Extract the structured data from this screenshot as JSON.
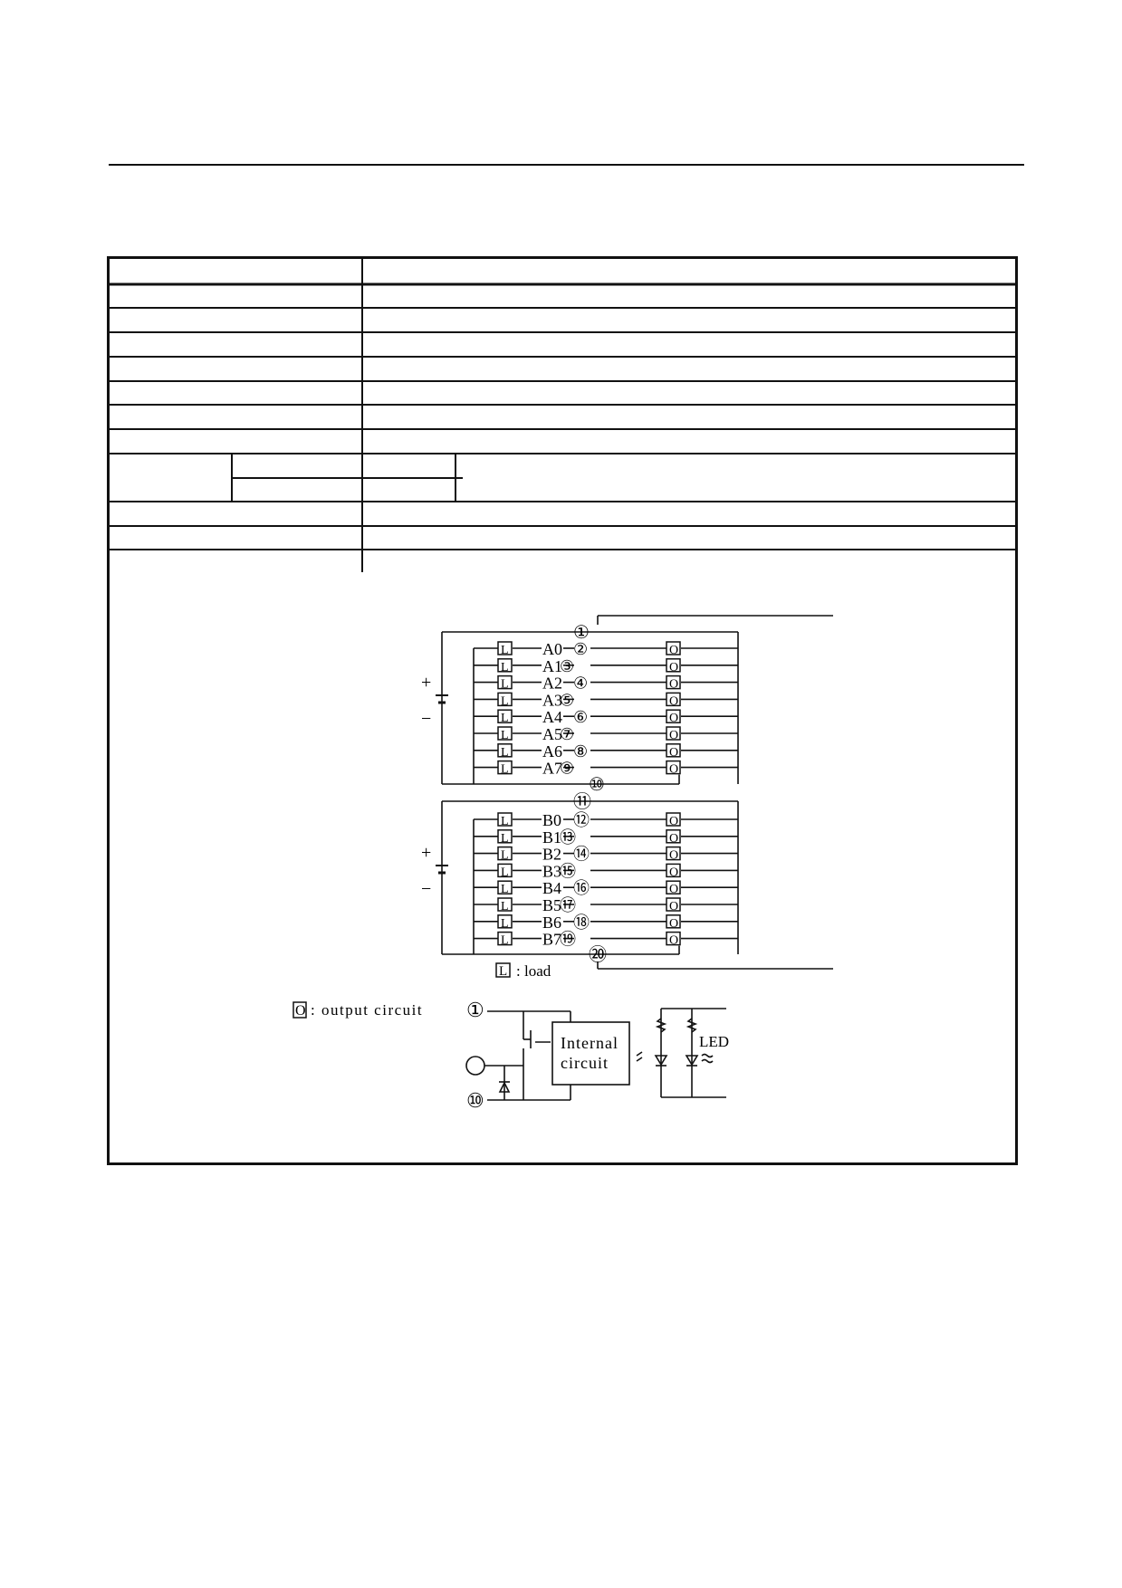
{
  "diagram": {
    "load_symbol": "L",
    "output_symbol": "O",
    "group_a": {
      "signals": [
        "A0",
        "A1",
        "A2",
        "A3",
        "A4",
        "A5",
        "A6",
        "A7"
      ],
      "pins": [
        "②",
        "③",
        "④",
        "⑤",
        "⑥",
        "⑦",
        "⑧",
        "⑨"
      ],
      "common_pin_top": "①",
      "common_pin_bottom": "⑩"
    },
    "group_b": {
      "signals": [
        "B0",
        "B1",
        "B2",
        "B3",
        "B4",
        "B5",
        "B6",
        "B7"
      ],
      "pins": [
        "⑫",
        "⑬",
        "⑭",
        "⑮",
        "⑯",
        "⑰",
        "⑱",
        "⑲"
      ],
      "common_pin_top": "⑪",
      "common_pin_bottom": "⑳"
    },
    "plus_label": "+",
    "minus_label": "−",
    "load_legend": ": load",
    "output_legend": ": output circuit",
    "output_circuit": {
      "pin_top": "①",
      "pin_bottom": "⑩",
      "internal_block_line1": "Internal",
      "internal_block_line2": "circuit",
      "led_label": "LED"
    }
  }
}
